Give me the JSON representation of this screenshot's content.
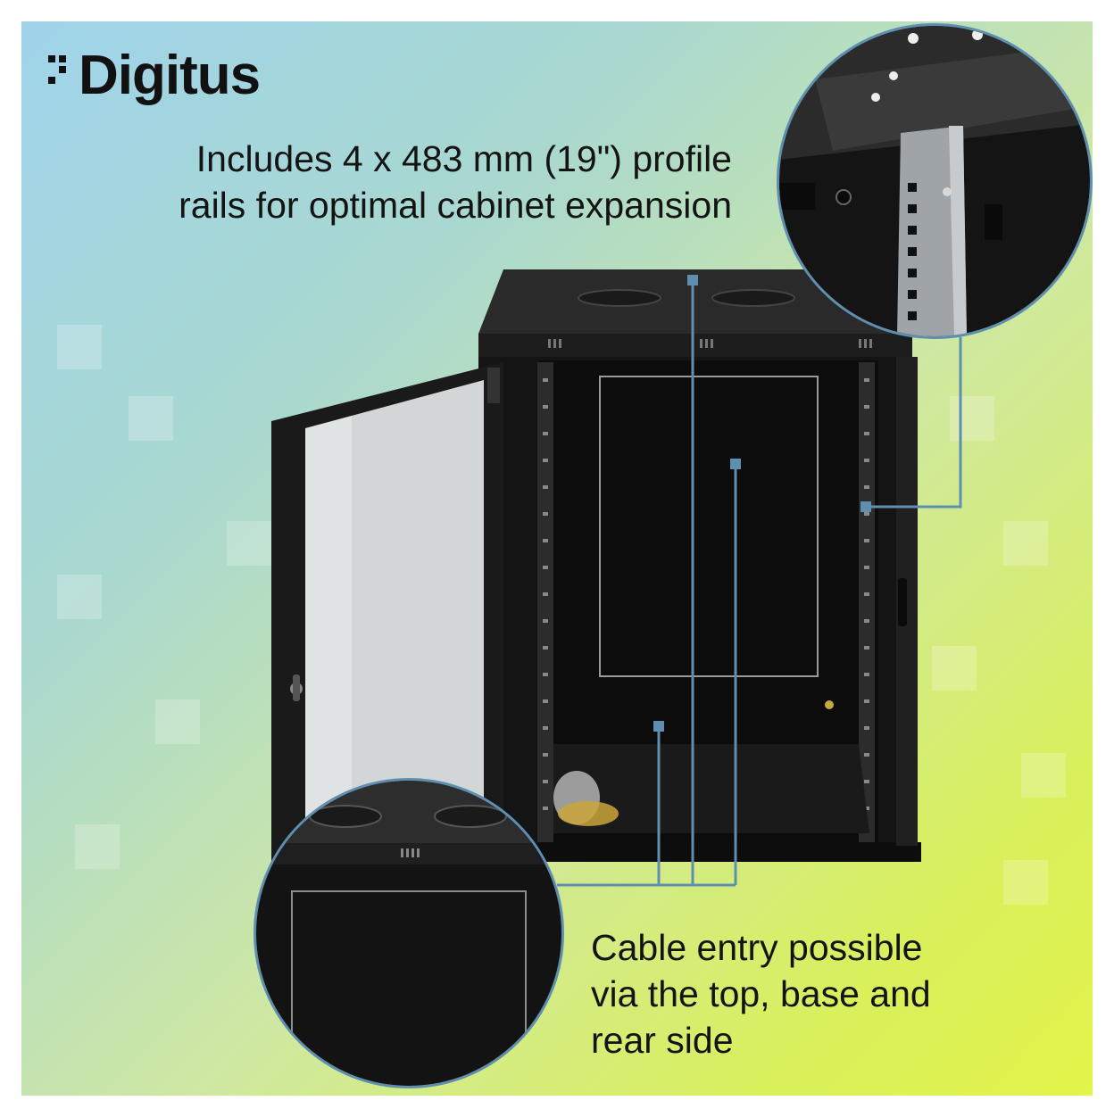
{
  "brand": {
    "logo_text": "Digitus"
  },
  "headline": {
    "line1": "Includes 4 x 483 mm (19\") profile",
    "line2": "rails for optimal cabinet expansion"
  },
  "caption": {
    "line1": "Cable entry possible",
    "line2": "via the top, base and",
    "line3": "rear side"
  },
  "colors": {
    "leader_lines": "#5f8fb0",
    "cabinet_body": "#141414",
    "text": "#141414"
  }
}
